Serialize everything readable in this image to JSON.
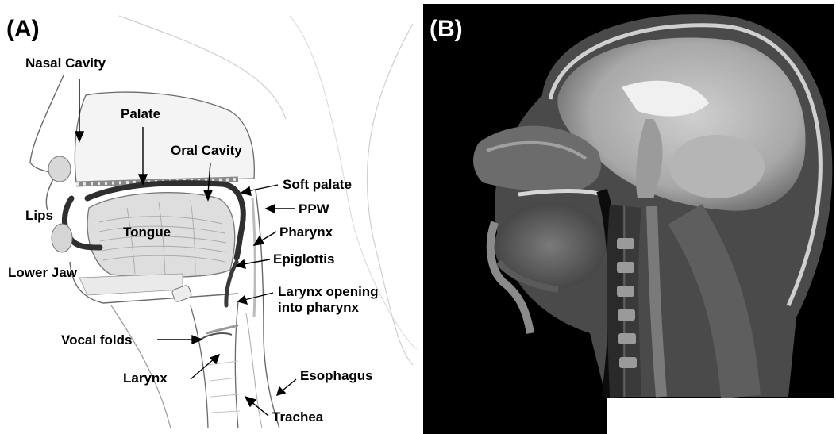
{
  "panel_a": {
    "letter": "(A)",
    "labels": {
      "nasal_cavity": "Nasal Cavity",
      "palate": "Palate",
      "oral_cavity": "Oral Cavity",
      "soft_palate": "Soft palate",
      "ppw": "PPW",
      "lips": "Lips",
      "tongue": "Tongue",
      "pharynx": "Pharynx",
      "epiglottis": "Epiglottis",
      "lower_jaw": "Lower Jaw",
      "larynx_opening": "Larynx opening\ninto pharynx",
      "vocal_folds": "Vocal folds",
      "larynx": "Larynx",
      "esophagus": "Esophagus",
      "trachea": "Trachea"
    }
  },
  "panel_b": {
    "letter": "(B)"
  }
}
